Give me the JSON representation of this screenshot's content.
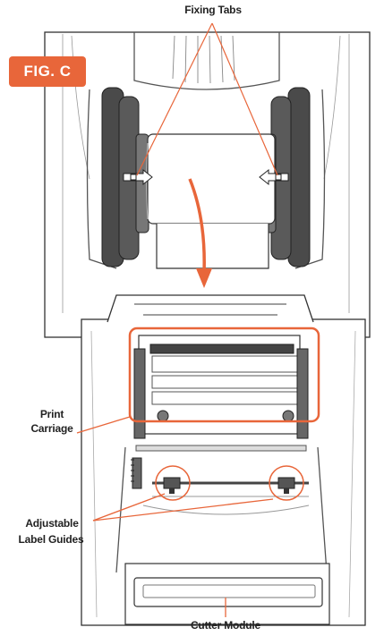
{
  "figure": {
    "badge": "FIG. C"
  },
  "labels": {
    "fixing_tabs": "Fixing Tabs",
    "print_carriage_line1": "Print",
    "print_carriage_line2": "Carriage",
    "label_guides_line1": "Adjustable",
    "label_guides_line2": "Label Guides",
    "cutter_module": "Cutter Module"
  },
  "colors": {
    "accent": "#e8663a",
    "outline": "#333333",
    "roller": "#4a4a4a",
    "text": "#222222"
  }
}
